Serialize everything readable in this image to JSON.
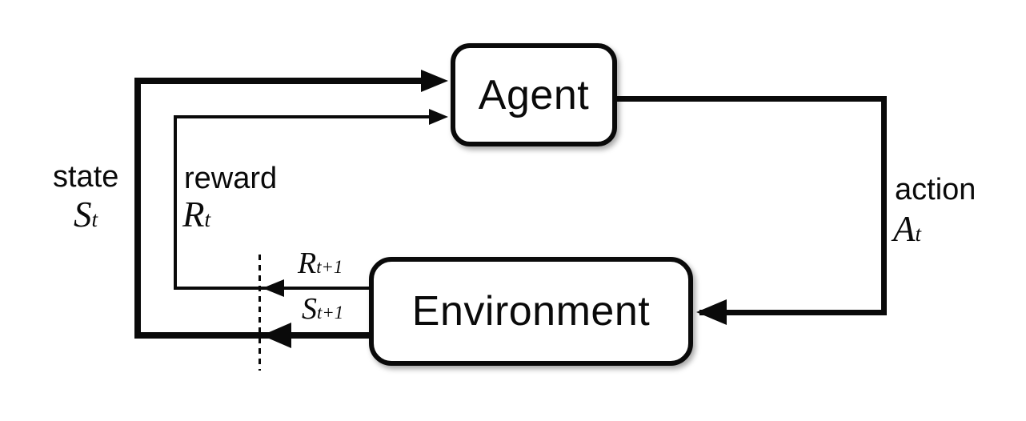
{
  "colors": {
    "ink": "#0a0a0a",
    "paper": "#ffffff"
  },
  "nodes": {
    "agent": {
      "label": "Agent"
    },
    "environment": {
      "label": "Environment"
    }
  },
  "edges": {
    "state": {
      "word": "state",
      "symbol": "S",
      "subscript": "t"
    },
    "reward": {
      "word": "reward",
      "symbol": "R",
      "subscript": "t"
    },
    "action": {
      "word": "action",
      "symbol": "A",
      "subscript": "t"
    },
    "next_reward": {
      "symbol": "R",
      "subscript": "t+1"
    },
    "next_state": {
      "symbol": "S",
      "subscript": "t+1"
    }
  }
}
